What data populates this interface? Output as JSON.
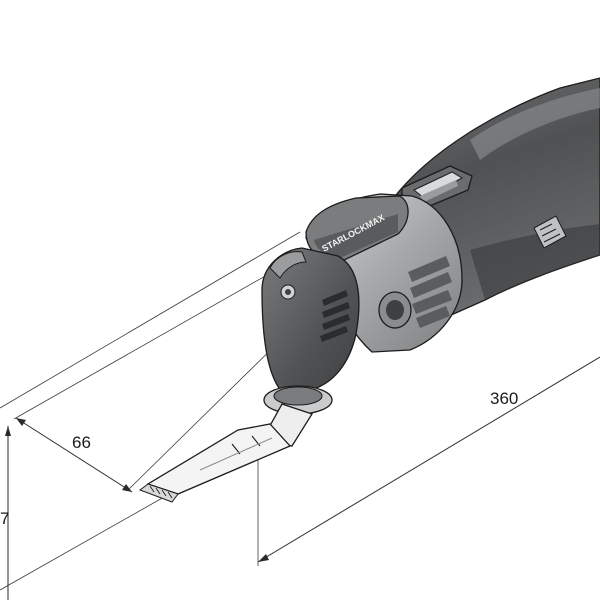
{
  "dimensions": {
    "length": "360",
    "blade_offset": "66",
    "height_partial": "7"
  },
  "branding": {
    "starlock_logo": "STARLOCKMAX"
  },
  "colors": {
    "housing_dark": "#5a5c5e",
    "housing_mid": "#8a8c8e",
    "housing_light": "#c9cbcd",
    "blade": "#e9e9e9",
    "line": "#1c1c1c"
  }
}
